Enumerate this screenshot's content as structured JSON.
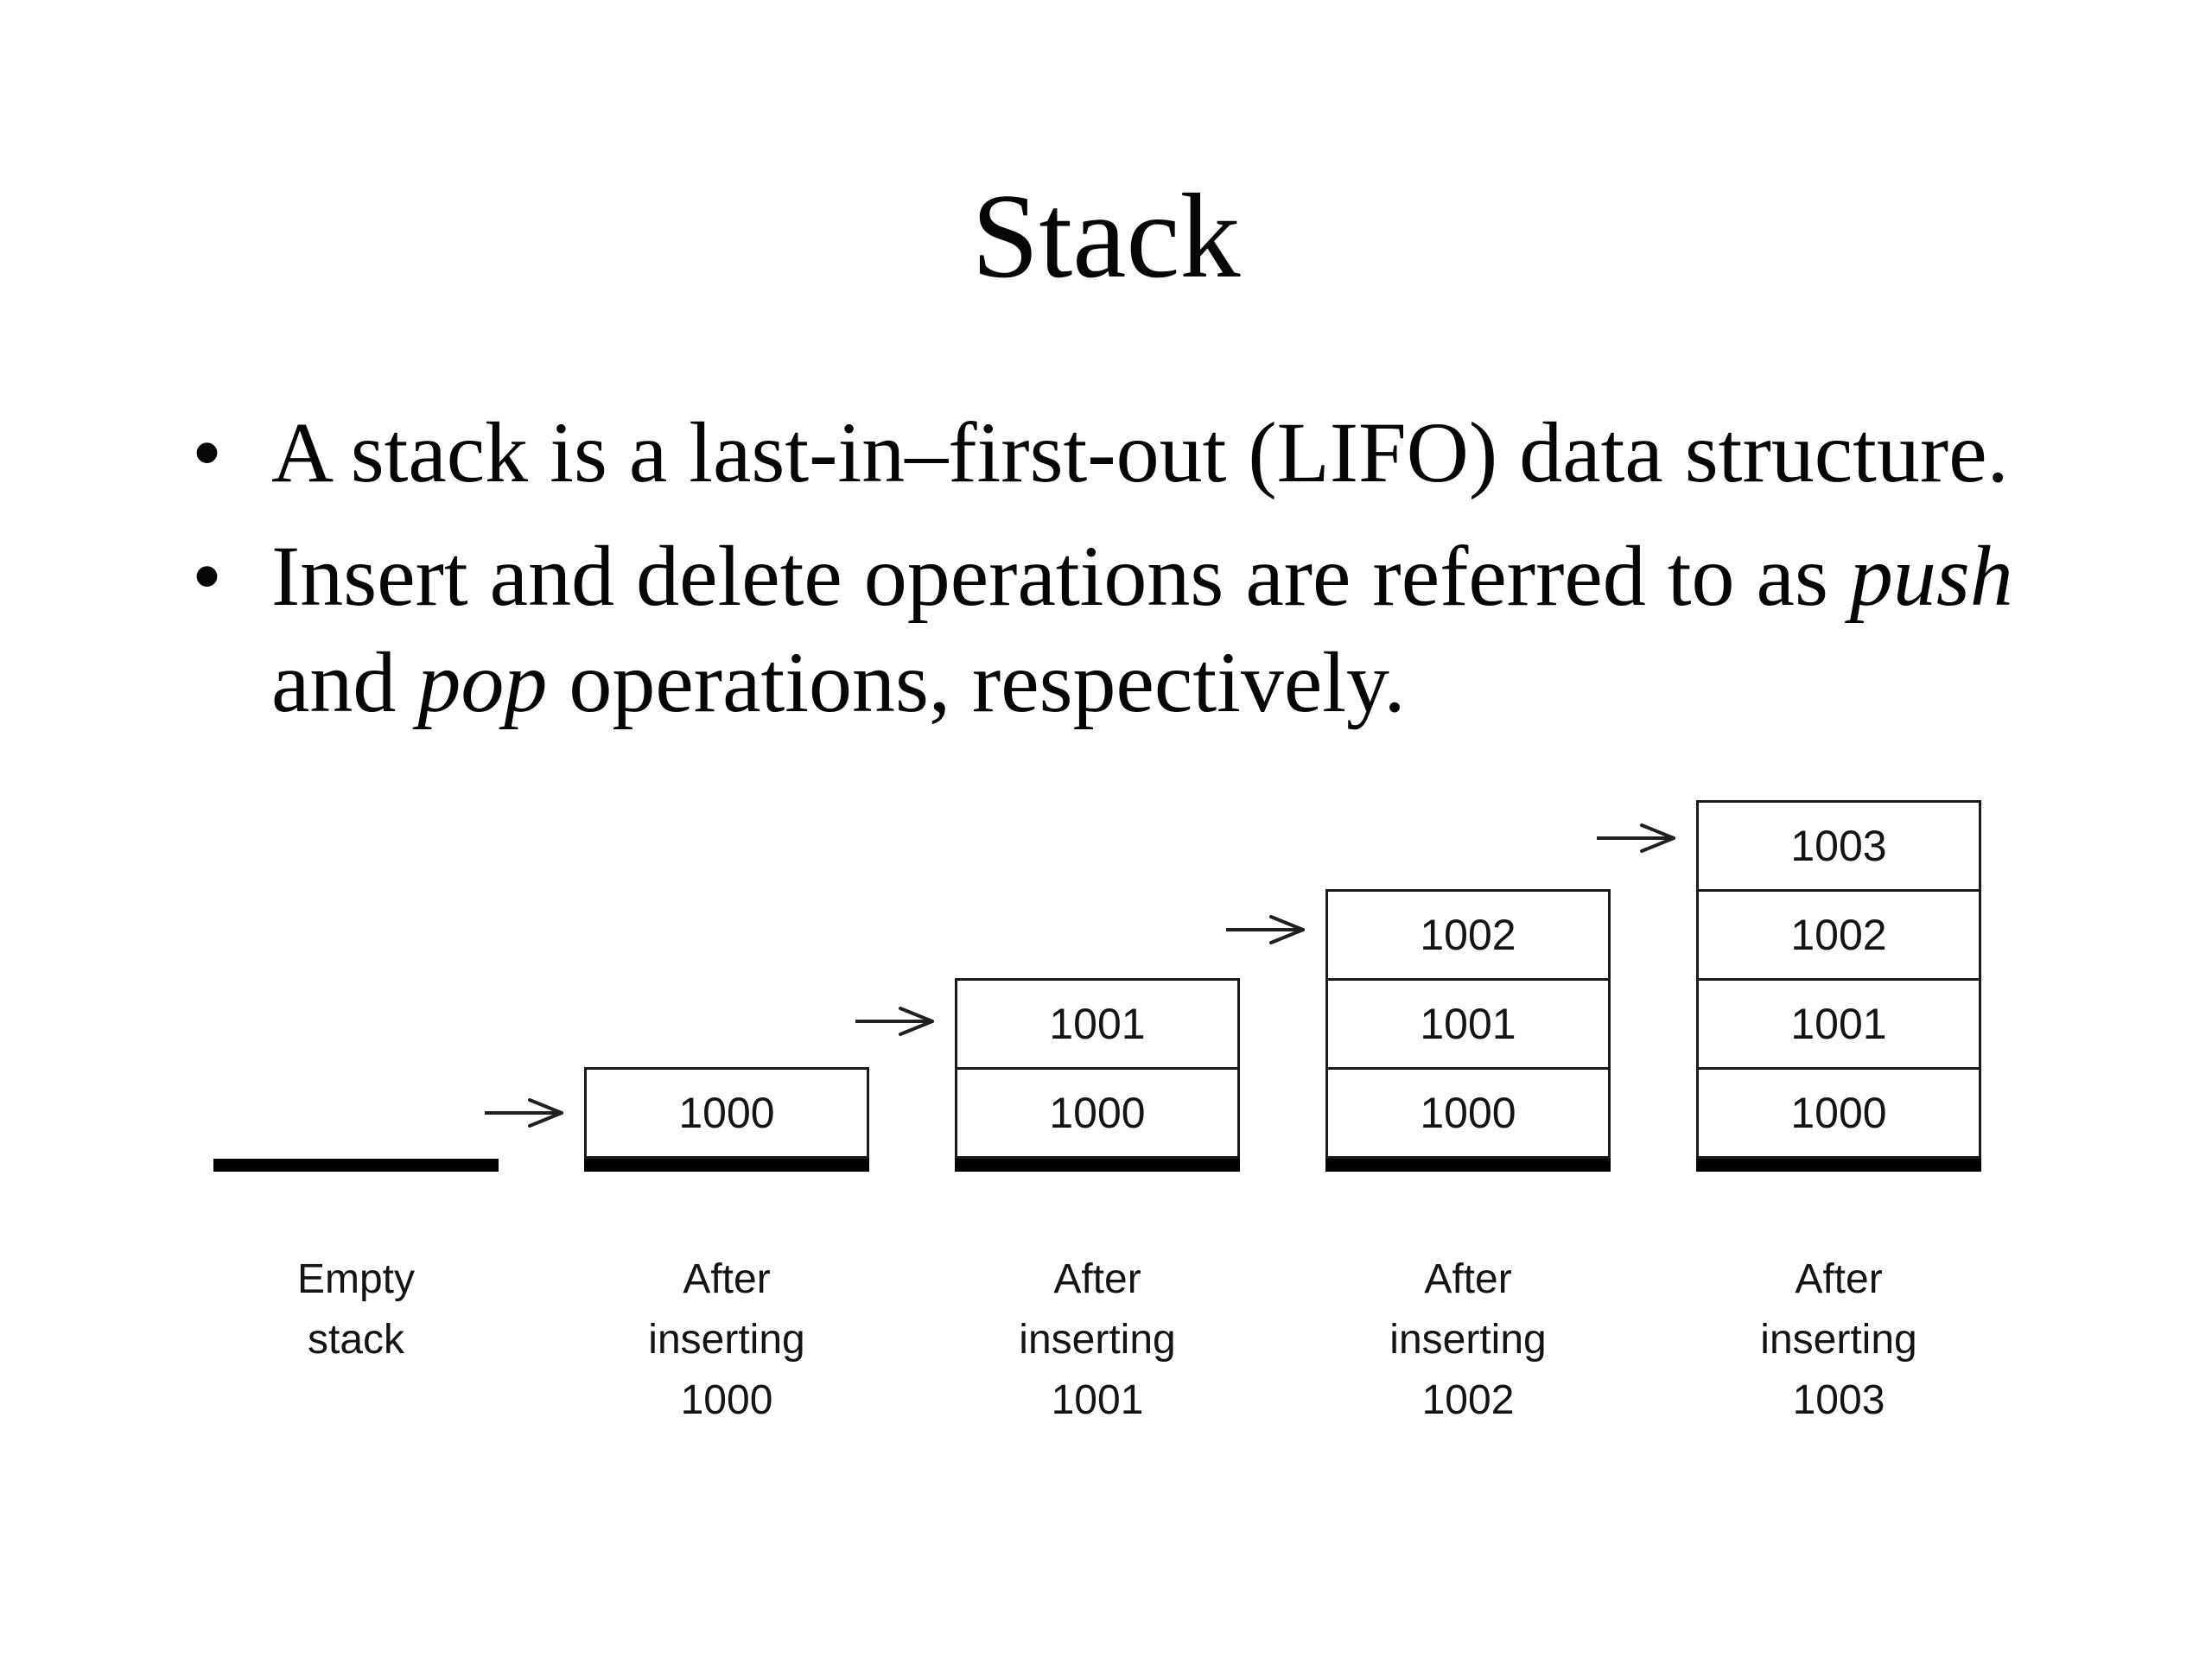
{
  "slide": {
    "title": "Stack",
    "bullet_char": "•",
    "bullets": [
      {
        "lines": [
          [
            {
              "t": "A stack is a last-in–first-out (LIFO) data structure."
            }
          ]
        ]
      },
      {
        "lines": [
          [
            {
              "t": "Insert and delete operations are referred to as "
            },
            {
              "t": "push",
              "i": true
            }
          ],
          [
            {
              "t": "and "
            },
            {
              "t": "pop",
              "i": true
            },
            {
              "t": " operations, respectively."
            }
          ]
        ]
      }
    ]
  },
  "diagram": {
    "stacks": [
      {
        "cells": [],
        "has_arrow": false,
        "label_lines": [
          "Empty",
          "stack"
        ]
      },
      {
        "cells": [
          "1000"
        ],
        "has_arrow": true,
        "label_lines": [
          "After",
          "inserting",
          "1000"
        ]
      },
      {
        "cells": [
          "1001",
          "1000"
        ],
        "has_arrow": true,
        "label_lines": [
          "After",
          "inserting",
          "1001"
        ]
      },
      {
        "cells": [
          "1002",
          "1001",
          "1000"
        ],
        "has_arrow": true,
        "label_lines": [
          "After",
          "inserting",
          "1002"
        ]
      },
      {
        "cells": [
          "1003",
          "1002",
          "1001",
          "1000"
        ],
        "has_arrow": true,
        "label_lines": [
          "After",
          "inserting",
          "1003"
        ]
      }
    ],
    "colors": {
      "ink": "#1f1f1f",
      "background": "#ffffff"
    }
  }
}
